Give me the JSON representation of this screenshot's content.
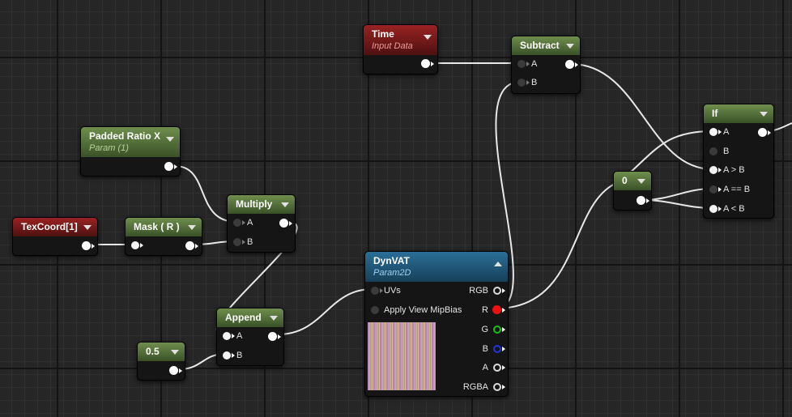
{
  "graph": {
    "nodes": {
      "time": {
        "title": "Time",
        "subtitle": "Input Data",
        "color": "#9a2222"
      },
      "subtract": {
        "title": "Subtract",
        "inputs": [
          "A",
          "B"
        ],
        "color": "#5a7540"
      },
      "padded_ratio": {
        "title": "Padded Ratio X",
        "subtitle": "Param (1)",
        "color": "#5a7540"
      },
      "texcoord": {
        "title": "TexCoord[1]",
        "color": "#9a2222"
      },
      "mask": {
        "title": "Mask ( R )"
      },
      "multiply": {
        "title": "Multiply",
        "inputs": [
          "A",
          "B"
        ]
      },
      "append": {
        "title": "Append",
        "inputs": [
          "A",
          "B"
        ]
      },
      "half": {
        "title": "0.5"
      },
      "dynvat": {
        "title": "DynVAT",
        "subtitle": "Param2D",
        "color": "#2a6f97",
        "inputs": [
          "UVs",
          "Apply View MipBias"
        ],
        "outputs": [
          "RGB",
          "R",
          "G",
          "B",
          "A",
          "RGBA"
        ]
      },
      "zero": {
        "title": "0"
      },
      "if": {
        "title": "If",
        "inputs": [
          "A",
          "B",
          "A > B",
          "A == B",
          "A < B"
        ]
      }
    }
  }
}
